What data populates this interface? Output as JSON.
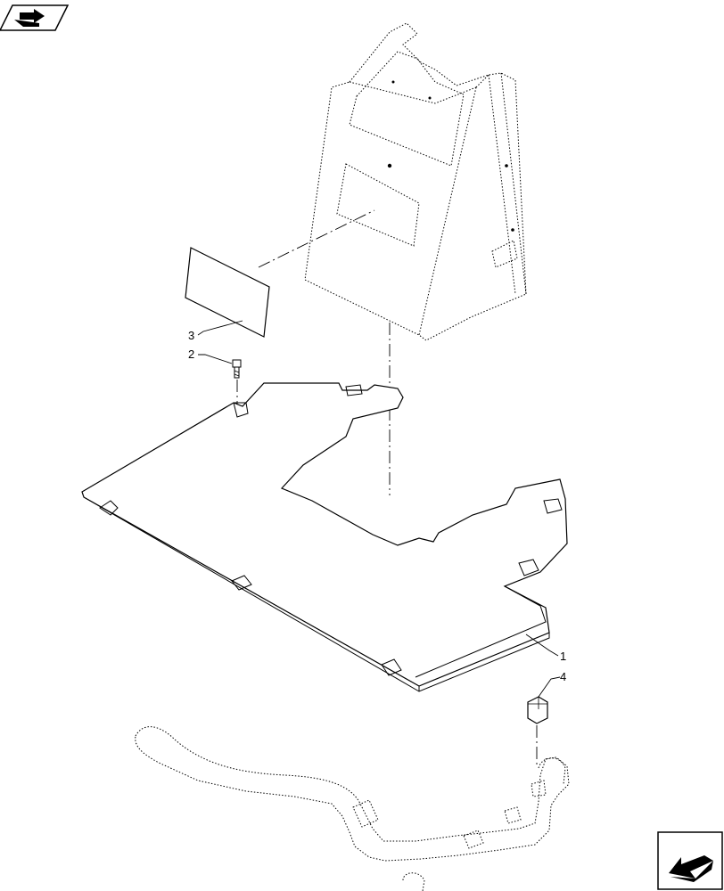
{
  "callouts": {
    "c1": "1",
    "c2": "2",
    "c3": "3",
    "c4": "4"
  },
  "icons": {
    "top_left": "view-direction-icon",
    "bottom_right": "next-page-arrow-icon"
  }
}
